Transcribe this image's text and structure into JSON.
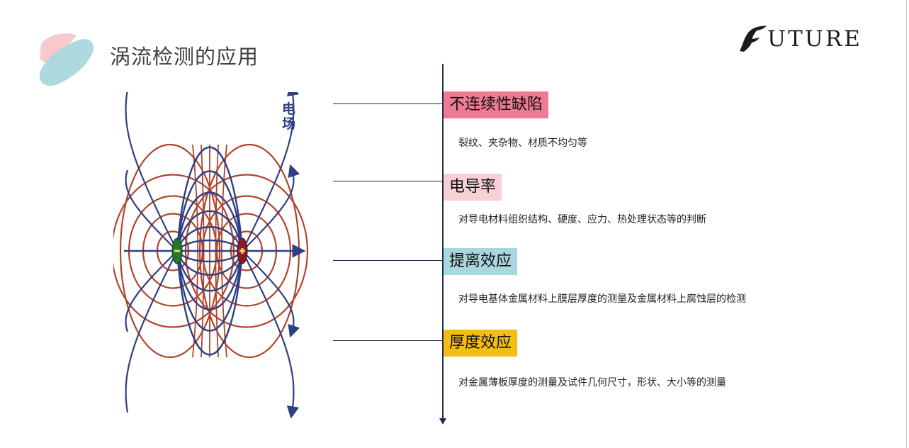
{
  "slide": {
    "title": "涡流检测的应用",
    "logo_text": "UTURE",
    "diagram_label": "电场"
  },
  "items": [
    {
      "tag": "不连续性缺陷",
      "desc": "裂纹、夹杂物、材质不均匀等",
      "color": "#ef7b93"
    },
    {
      "tag": "电导率",
      "desc": "对导电材料组织结构、硬度、应力、热处理状态等的判断",
      "color": "#f8d0d6"
    },
    {
      "tag": "提离效应",
      "desc": "对导电基体金属材料上膜层厚度的测量及金属材料上腐蚀层的检测",
      "color": "#a8d8de"
    },
    {
      "tag": "厚度效应",
      "desc": "对金属薄板厚度的测量及试件几何尺寸，形状、大小等的测量",
      "color": "#f4bd14"
    }
  ],
  "colors": {
    "field_blue": "#2f3f86",
    "field_red": "#b0442a",
    "charge_negative": "#1f7a2a",
    "charge_positive": "#8a1a2a",
    "deco_pink": "#f7c9cf",
    "deco_teal": "#a9d8dd"
  }
}
